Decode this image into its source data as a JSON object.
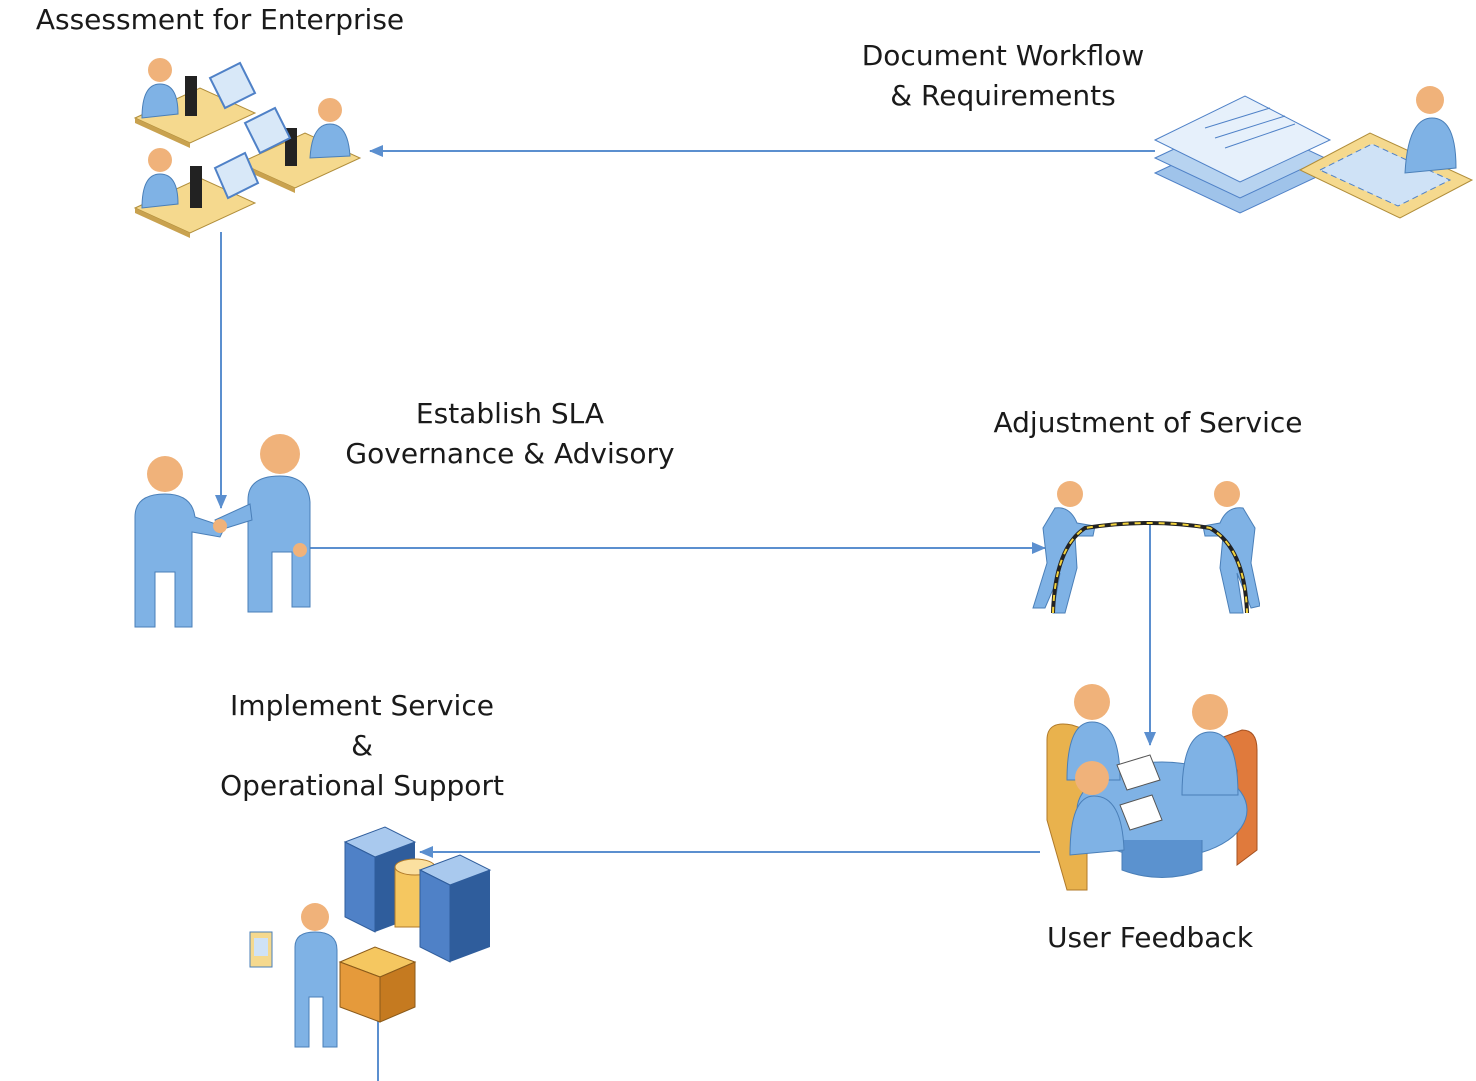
{
  "labels": {
    "assessment": [
      "Assessment for Enterprise"
    ],
    "document": [
      "Document Workflow",
      "& Requirements"
    ],
    "sla": [
      "Establish SLA",
      "Governance & Advisory"
    ],
    "adjustment": [
      "Adjustment of Service"
    ],
    "implement": [
      "Implement Service",
      "&",
      "Operational Support"
    ],
    "feedback": [
      "User Feedback"
    ]
  },
  "colors": {
    "connector": "#5b8fcf",
    "figure_body": "#7fb2e5",
    "figure_head": "#f0b27a",
    "desk": "#f5d98e",
    "paper": "#cfe2f6",
    "server": "#4f81c7",
    "chair": "#e07a3c"
  },
  "icons": [
    "scientists-lab-icon",
    "document-workflow-icon",
    "handshake-icon",
    "tug-of-war-icon",
    "meeting-table-icon",
    "servers-operator-icon"
  ]
}
